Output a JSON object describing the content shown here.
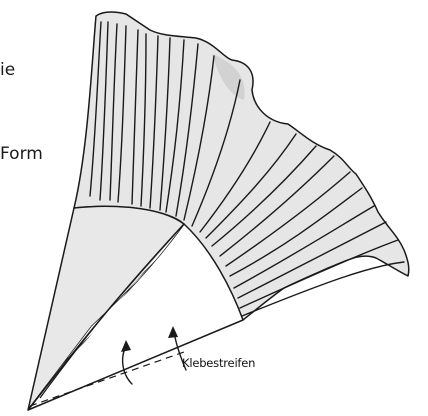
{
  "caption_fragment": {
    "line1": "ie",
    "line2": "Form"
  },
  "labels": {
    "tape": "Klebestreifen"
  },
  "colors": {
    "fabric_fill": "#e6e6e6",
    "fabric_shade": "#d2d2d2",
    "stroke": "#1a1a1a",
    "background": "#ffffff"
  }
}
